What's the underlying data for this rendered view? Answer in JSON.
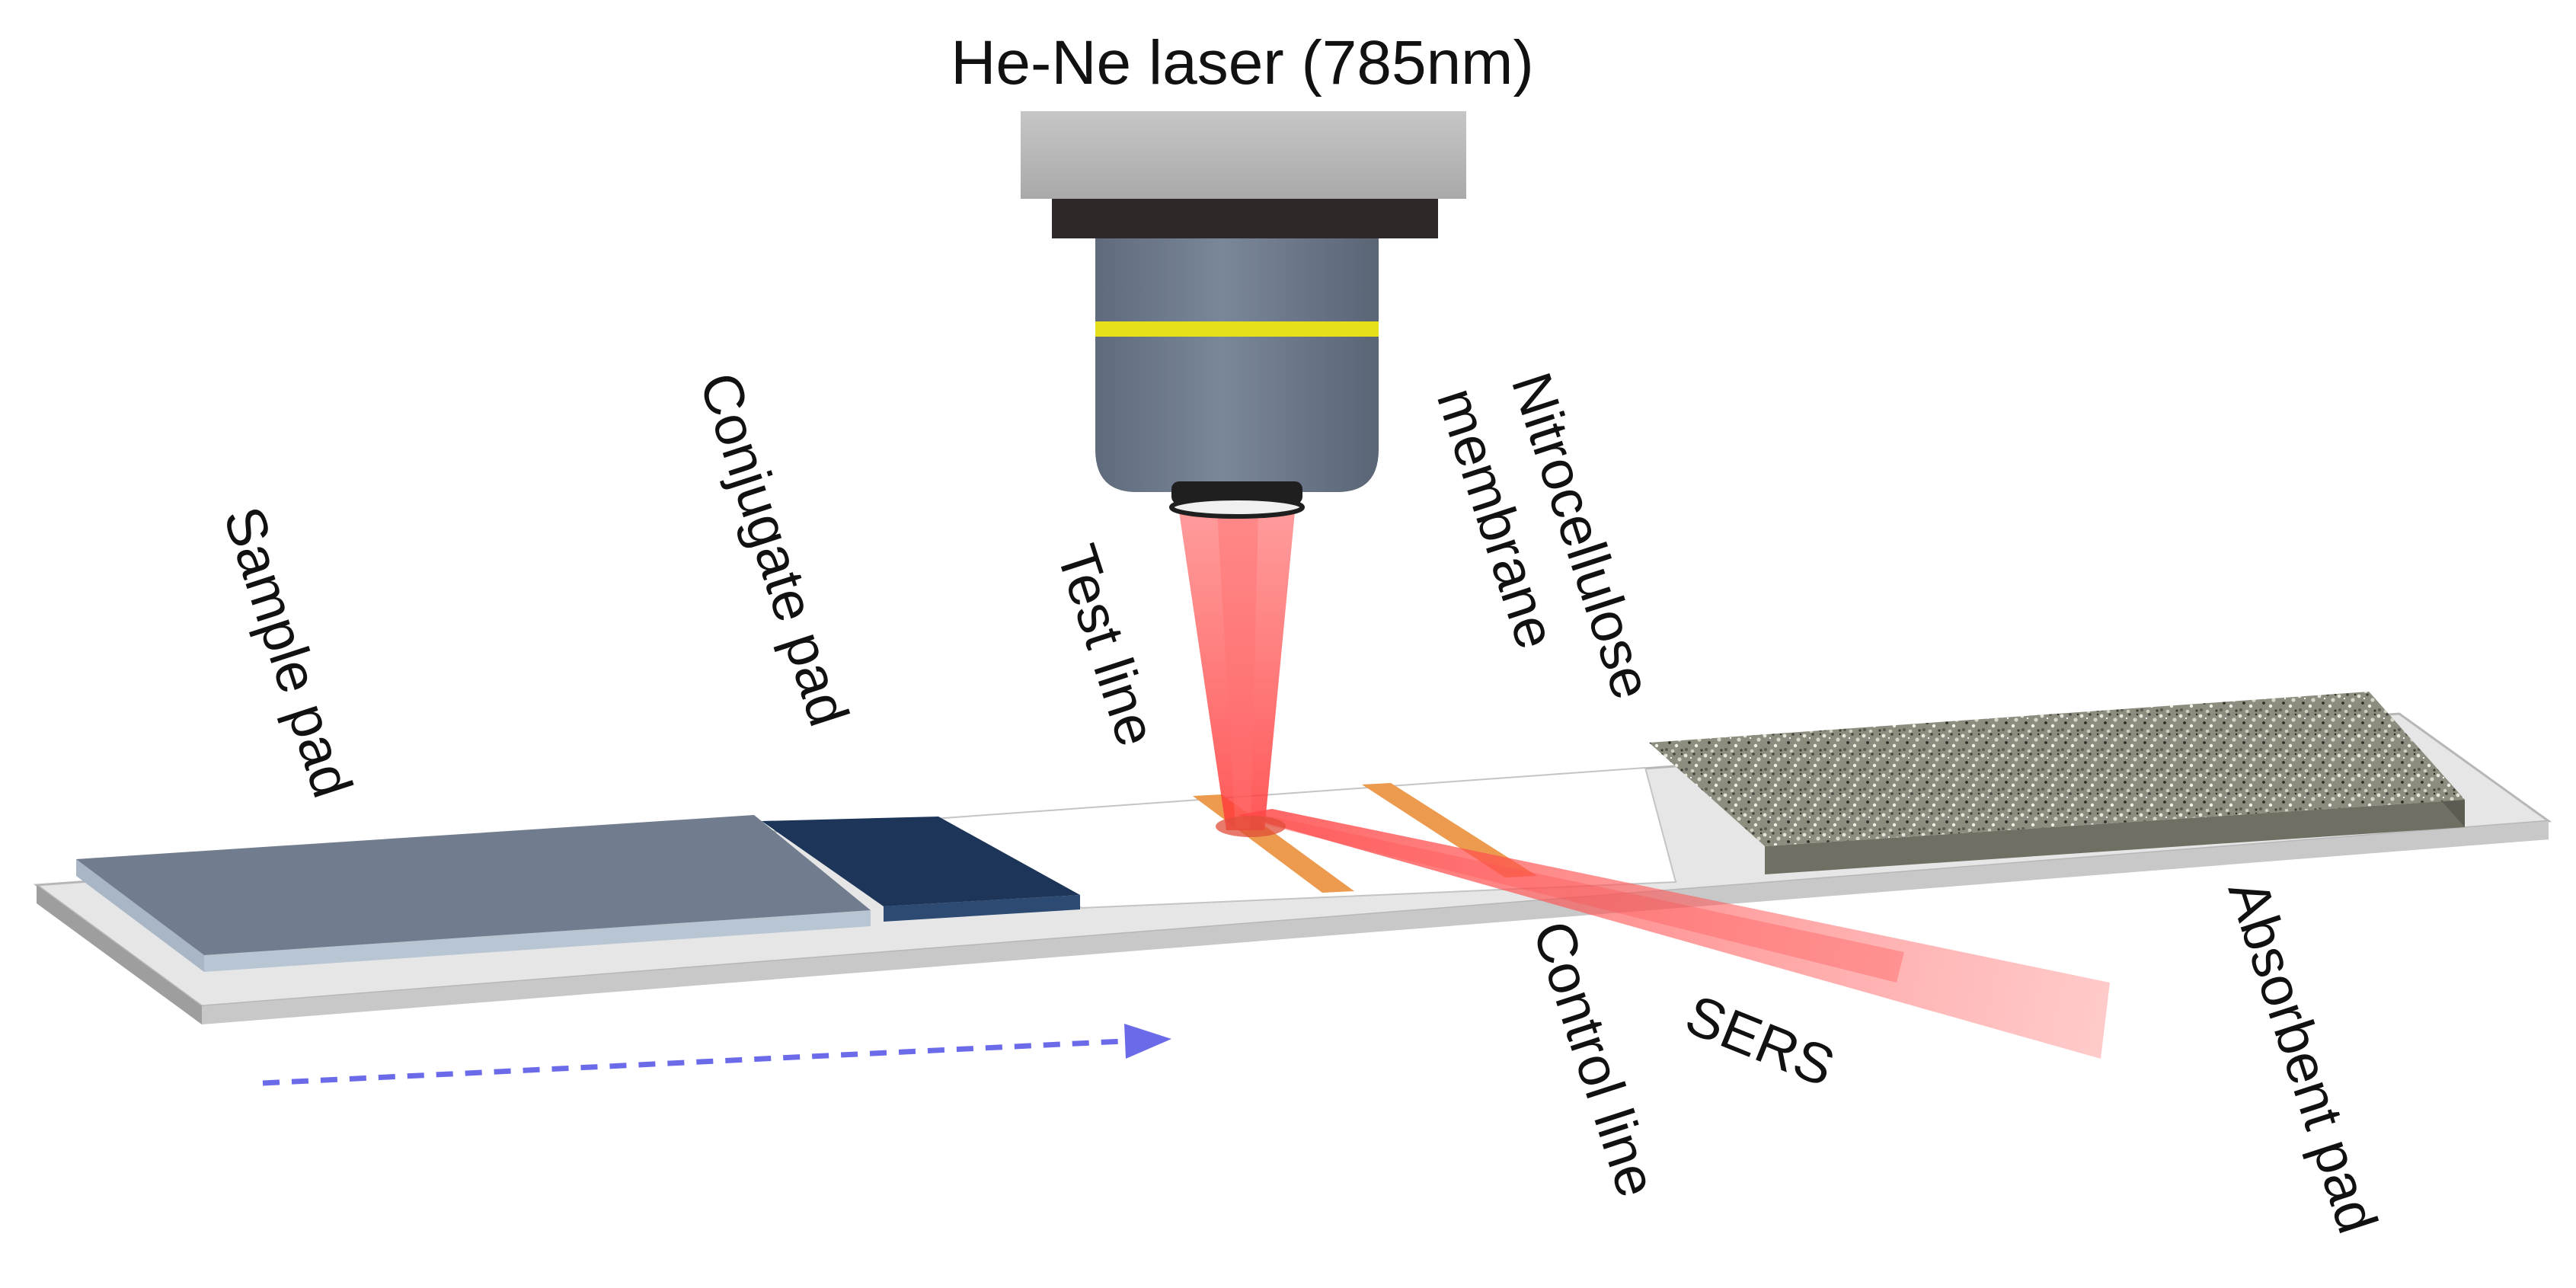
{
  "labels": {
    "laser": "He-Ne laser (785nm)",
    "sample_pad": "Sample pad",
    "conjugate_pad": "Conjugate pad",
    "test_line": "Test line",
    "nitrocellulose_line1": "Nitrocellulose",
    "nitrocellulose_line2": "membrane",
    "control_line": "Control line",
    "sers": "SERS",
    "absorbent_pad": "Absorbent pad"
  },
  "icons": {
    "laser_head": "objective-lens-icon",
    "flow": "flow-direction-arrow"
  },
  "colors": {
    "sample_pad": "#717c8e",
    "conjugate_pad": "#1d3558",
    "test_line": "#ec9a4e",
    "control_line": "#ec9a4e",
    "laser_beam": "#ff5a5a",
    "flow_arrow": "#6b6bea",
    "absorbent_pad": "#8e8e80",
    "backing_strip": "#d4d4d4",
    "objective_body": "#6e7b8d",
    "objective_band": "#e6e01a"
  }
}
